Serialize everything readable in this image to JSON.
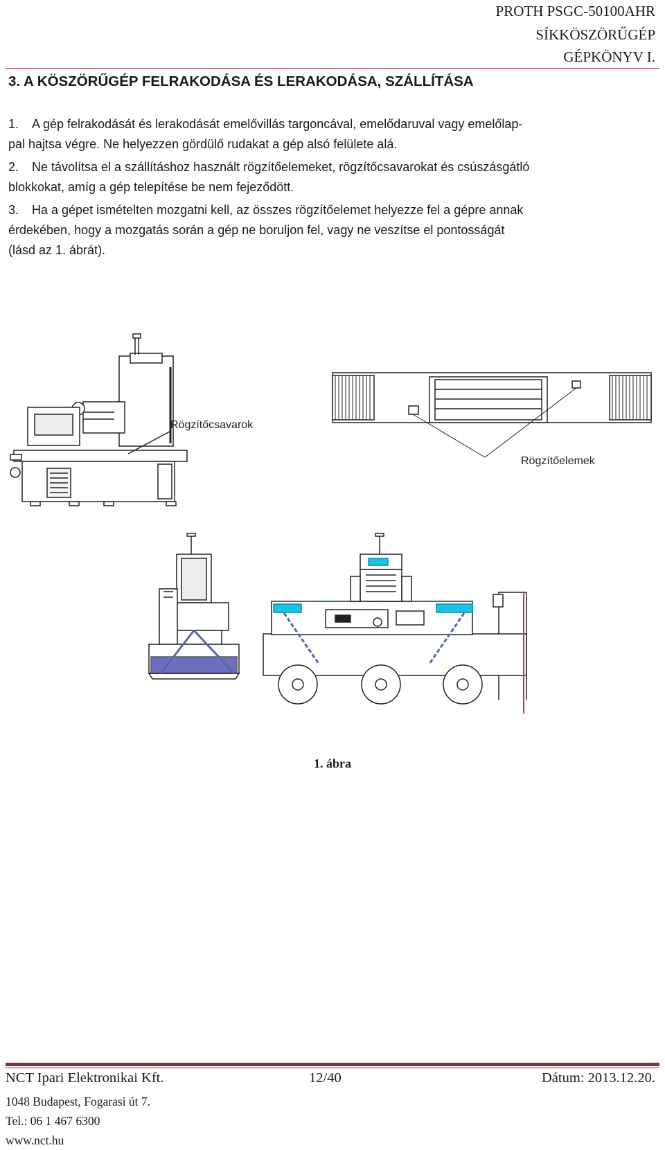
{
  "header": {
    "line1": "PROTH PSGC-50100AHR",
    "line2": "SÍKKÖSZÖRŰGÉP",
    "line3": "GÉPKÖNYV I."
  },
  "section": {
    "title": "3. A KÖSZÖRŰGÉP FELRAKODÁSA ÉS LERAKODÁSA, SZÁLLÍTÁSA"
  },
  "items": [
    {
      "num": "1.",
      "line1": "A gép felrakodását és lerakodását emelővillás targoncával, emelődaruval vagy emelőlap-",
      "line2": "pal hajtsa végre. Ne helyezzen gördülő rudakat a gép alsó felülete alá."
    },
    {
      "num": "2.",
      "line1": "Ne távolítsa el a szállításhoz használt rögzítőelemeket, rögzítőcsavarokat és csúszásgátló",
      "line2": "blokkokat, amíg a gép telepítése be nem fejeződött."
    },
    {
      "num": "3.",
      "line1": "Ha a gépet ismételten mozgatni kell, az összes rögzítőelemet helyezze fel a gépre annak",
      "line2": "érdekében, hogy a mozgatás során a gép ne boruljon fel, vagy ne veszítse el pontosságát",
      "line3": "(lásd az 1. ábrát)."
    }
  ],
  "figure": {
    "label_bolts": "Rögzítőcsavarok",
    "label_elements": "Rögzítőelemek",
    "caption": "1. ábra",
    "colors": {
      "accent": "#19c3e6",
      "straps": "#5566aa",
      "line": "#222222"
    }
  },
  "footer": {
    "company": "NCT Ipari Elektronikai Kft.",
    "page": "12/40",
    "date": "Dátum: 2013.12.20.",
    "address": "1048 Budapest, Fogarasi út 7.",
    "tel": "Tel.: 06 1 467 6300",
    "web": "www.nct.hu"
  }
}
